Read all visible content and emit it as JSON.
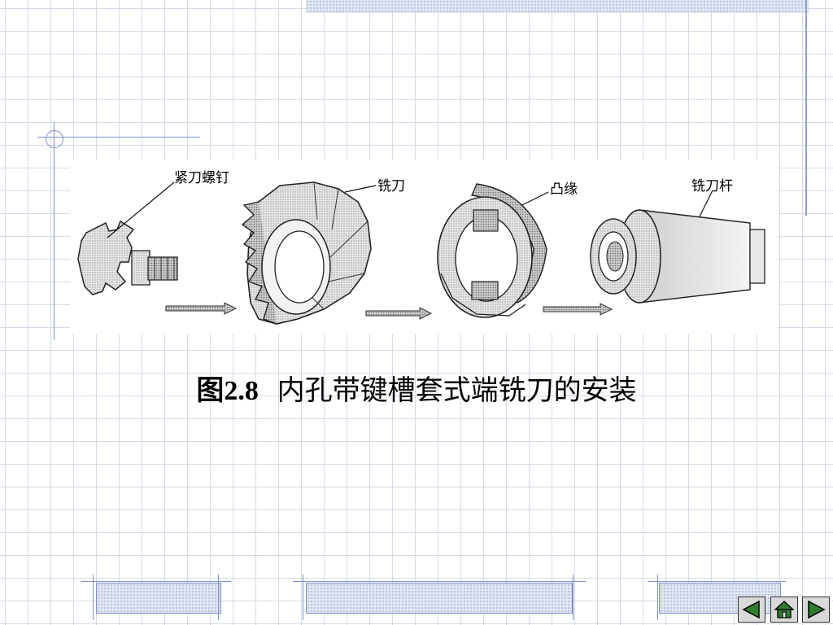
{
  "figure": {
    "labels": {
      "screw": "紧刀螺钉",
      "cutter": "铣刀",
      "flange": "凸缘",
      "arbor": "铣刀杆"
    }
  },
  "caption": {
    "number": "图2.8",
    "text": "内孔带键槽套式端铣刀的安装"
  },
  "nav": {
    "prev": "left-triangle-icon",
    "home": "home-icon",
    "next": "right-triangle-icon"
  }
}
